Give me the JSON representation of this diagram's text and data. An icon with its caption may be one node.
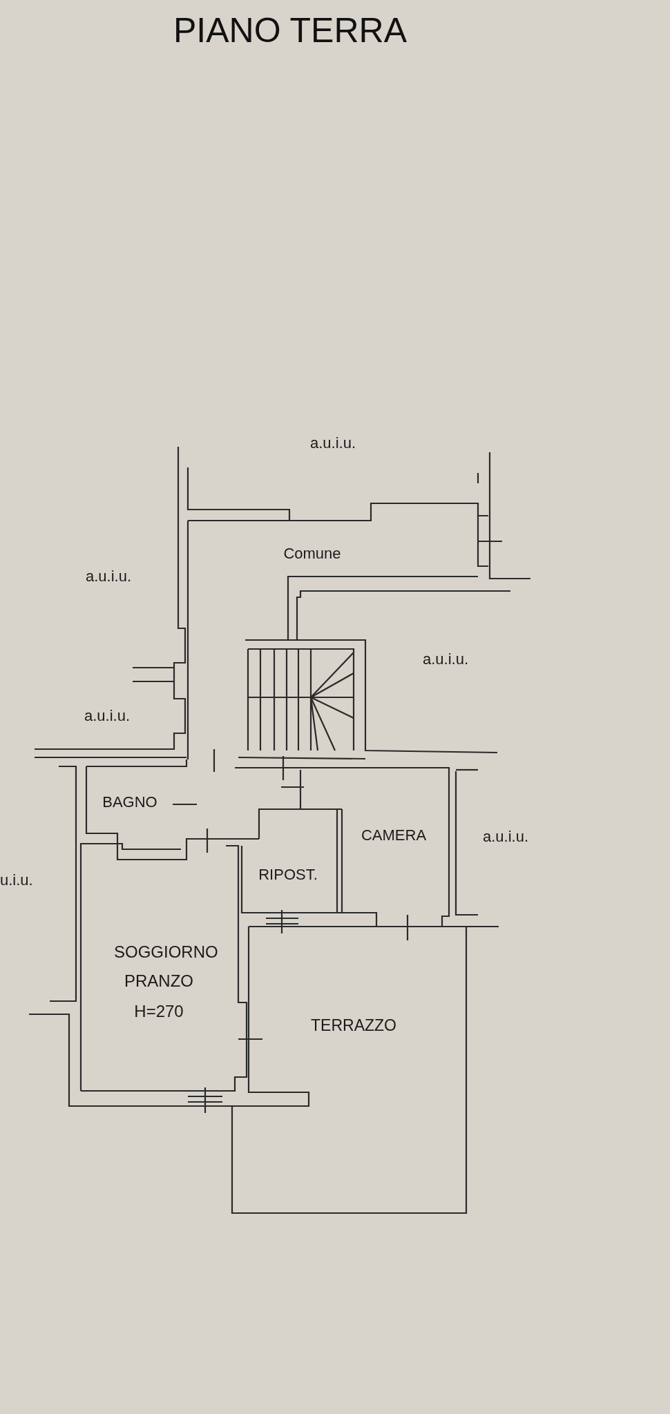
{
  "diagram": {
    "title": "PIANO TERRA",
    "labels": [
      "a.u.i.u.",
      "Comune",
      "a.u.i.u.",
      "a.u.i.u.",
      "a.u.i.u.",
      "BAGNO",
      "CAMERA",
      "a.u.i.u.",
      "RIPOST.",
      "u.i.u.",
      "SOGGIORNO PRANZO",
      "H=270",
      "TERRAZZO"
    ]
  }
}
